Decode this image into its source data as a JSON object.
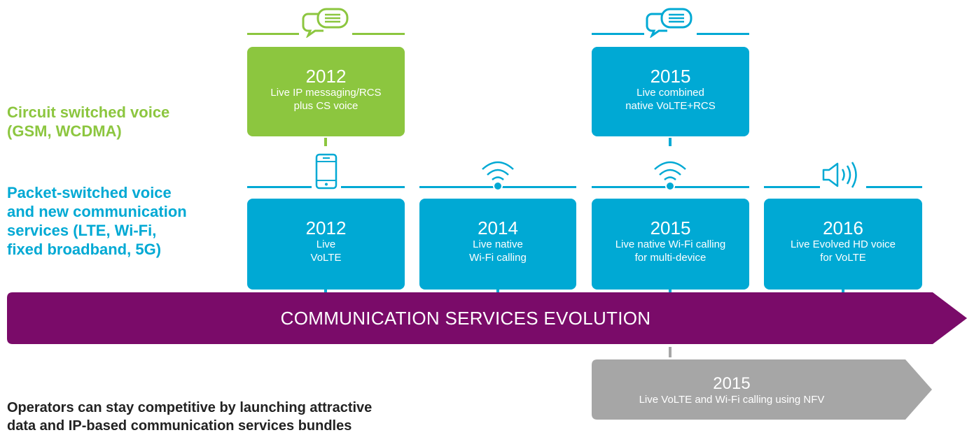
{
  "colors": {
    "green": "#8cc63f",
    "blue": "#00a9d4",
    "purple": "#7a0b69",
    "gray": "#a6a6a6"
  },
  "rows": {
    "circuit_label": "Circuit switched voice\n(GSM, WCDMA)",
    "packet_label": "Packet-switched voice\nand new communication\nservices (LTE, Wi-Fi,\nfixed broadband, 5G)"
  },
  "top_cards": [
    {
      "year": "2012",
      "text": "Live IP messaging/RCS\nplus CS voice",
      "icon": "chat-bubbles-icon"
    },
    {
      "year": "2015",
      "text": "Live combined\nnative VoLTE+RCS",
      "icon": "chat-bubbles-icon"
    }
  ],
  "bottom_cards": [
    {
      "year": "2012",
      "text": "Live\nVoLTE",
      "icon": "smartphone-icon"
    },
    {
      "year": "2014",
      "text": "Live native\nWi-Fi calling",
      "icon": "wifi-icon"
    },
    {
      "year": "2015",
      "text": "Live native Wi-Fi calling\nfor multi-device",
      "icon": "wifi-icon"
    },
    {
      "year": "2016",
      "text": "Live Evolved HD voice\nfor VoLTE",
      "icon": "speaker-icon"
    }
  ],
  "banner": "COMMUNICATION SERVICES EVOLUTION",
  "nfv": {
    "year": "2015",
    "text": "Live VoLTE and Wi-Fi calling using NFV"
  },
  "footnote": "Operators can stay competitive by launching attractive\ndata and IP-based communication services bundles"
}
